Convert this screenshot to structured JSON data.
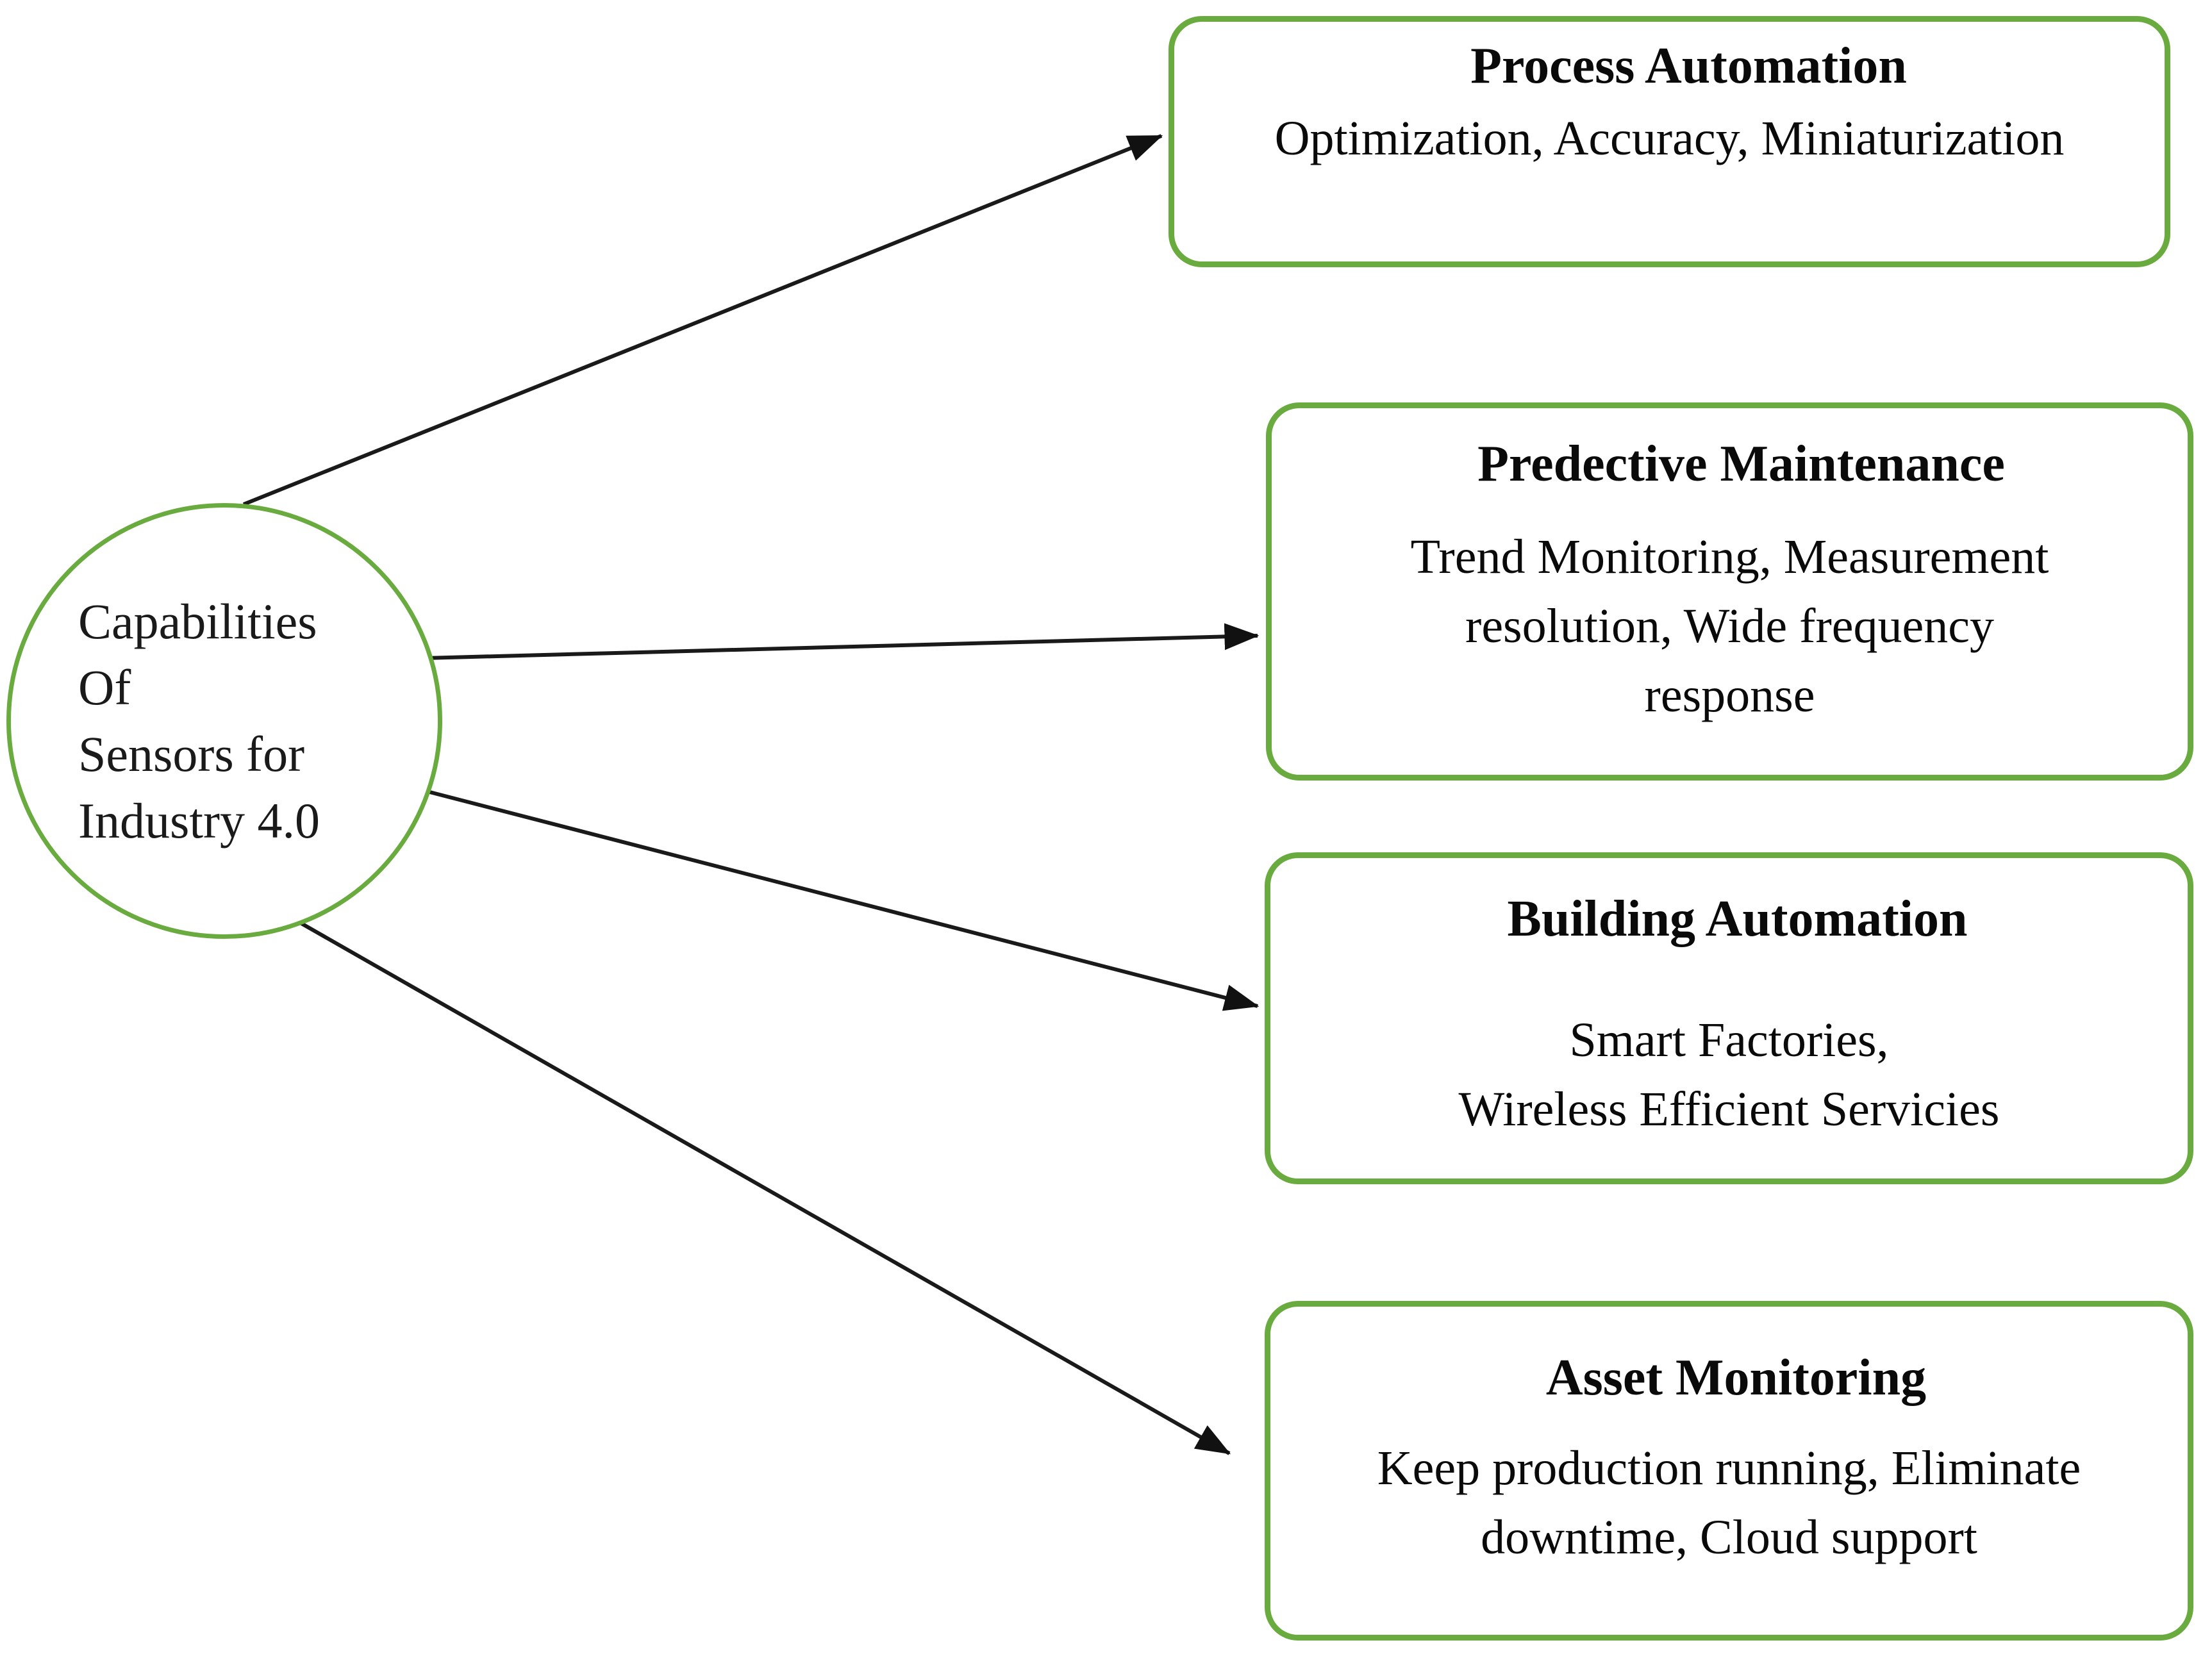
{
  "diagram": {
    "title": "Capabilities Of Sensors for Industry 4.0",
    "accent_color": "#6aab3f",
    "text_color": "#0a0a0a",
    "connector_color": "#1a1a1a",
    "background_color": "#ffffff"
  },
  "hub": {
    "lines": [
      "Capabilities",
      "Of",
      "Sensors for",
      "Industry 4.0"
    ]
  },
  "cards": [
    {
      "id": "process-automation",
      "title": "Process Automation",
      "body_lines": [
        "Optimization, Accuracy, Miniaturization"
      ]
    },
    {
      "id": "predective-maintenance",
      "title": "Predective Maintenance",
      "body_lines": [
        "Trend Monitoring, Measurement",
        "resolution, Wide frequency",
        "response"
      ]
    },
    {
      "id": "building-automation",
      "title": "Building Automation",
      "body_lines": [
        "Smart Factories,",
        "Wireless Efficient Servicies"
      ]
    },
    {
      "id": "asset-monitoring",
      "title": "Asset Monitoring",
      "body_lines": [
        "Keep production running, Eliminate",
        "downtime, Cloud support"
      ]
    }
  ],
  "connectors": [
    {
      "from": "hub",
      "to": "process-automation"
    },
    {
      "from": "hub",
      "to": "predective-maintenance"
    },
    {
      "from": "hub",
      "to": "building-automation"
    },
    {
      "from": "hub",
      "to": "asset-monitoring"
    }
  ]
}
